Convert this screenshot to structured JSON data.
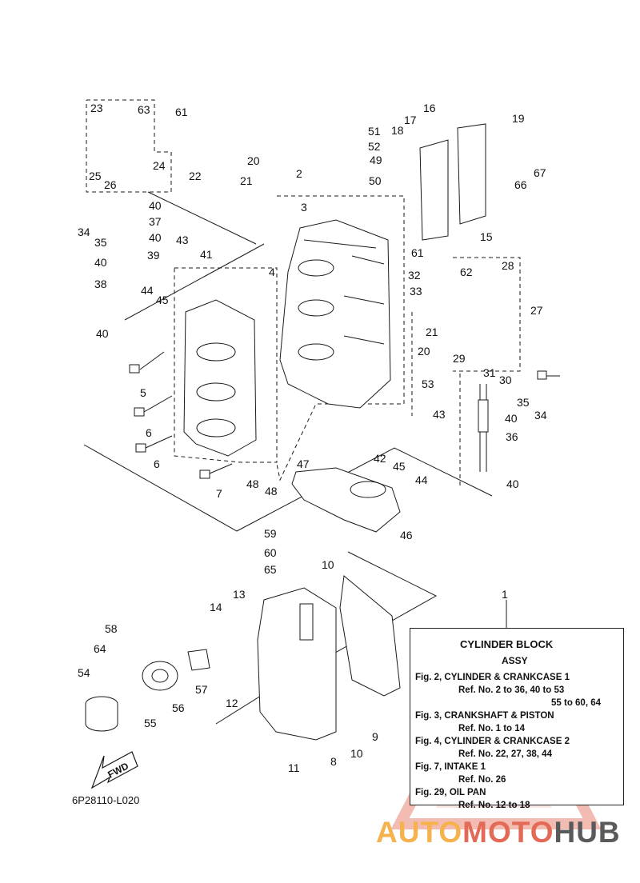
{
  "labels": [
    {
      "id": "1",
      "text": "1"
    },
    {
      "id": "2",
      "text": "2"
    },
    {
      "id": "3",
      "text": "3"
    },
    {
      "id": "4",
      "text": "4"
    },
    {
      "id": "5",
      "text": "5"
    },
    {
      "id": "6a",
      "text": "6"
    },
    {
      "id": "6b",
      "text": "6"
    },
    {
      "id": "7",
      "text": "7"
    },
    {
      "id": "8",
      "text": "8"
    },
    {
      "id": "9",
      "text": "9"
    },
    {
      "id": "10a",
      "text": "10"
    },
    {
      "id": "10b",
      "text": "10"
    },
    {
      "id": "11",
      "text": "11"
    },
    {
      "id": "12",
      "text": "12"
    },
    {
      "id": "13",
      "text": "13"
    },
    {
      "id": "14",
      "text": "14"
    },
    {
      "id": "15",
      "text": "15"
    },
    {
      "id": "16",
      "text": "16"
    },
    {
      "id": "17",
      "text": "17"
    },
    {
      "id": "18",
      "text": "18"
    },
    {
      "id": "19",
      "text": "19"
    },
    {
      "id": "20a",
      "text": "20"
    },
    {
      "id": "20b",
      "text": "20"
    },
    {
      "id": "21a",
      "text": "21"
    },
    {
      "id": "21b",
      "text": "21"
    },
    {
      "id": "22",
      "text": "22"
    },
    {
      "id": "23",
      "text": "23"
    },
    {
      "id": "24",
      "text": "24"
    },
    {
      "id": "25",
      "text": "25"
    },
    {
      "id": "26",
      "text": "26"
    },
    {
      "id": "27",
      "text": "27"
    },
    {
      "id": "28",
      "text": "28"
    },
    {
      "id": "29",
      "text": "29"
    },
    {
      "id": "30",
      "text": "30"
    },
    {
      "id": "31",
      "text": "31"
    },
    {
      "id": "32",
      "text": "32"
    },
    {
      "id": "33",
      "text": "33"
    },
    {
      "id": "34a",
      "text": "34"
    },
    {
      "id": "34b",
      "text": "34"
    },
    {
      "id": "35a",
      "text": "35"
    },
    {
      "id": "35b",
      "text": "35"
    },
    {
      "id": "36",
      "text": "36"
    },
    {
      "id": "37",
      "text": "37"
    },
    {
      "id": "38",
      "text": "38"
    },
    {
      "id": "39",
      "text": "39"
    },
    {
      "id": "40a",
      "text": "40"
    },
    {
      "id": "40b",
      "text": "40"
    },
    {
      "id": "40c",
      "text": "40"
    },
    {
      "id": "40d",
      "text": "40"
    },
    {
      "id": "40e",
      "text": "40"
    },
    {
      "id": "40f",
      "text": "40"
    },
    {
      "id": "41",
      "text": "41"
    },
    {
      "id": "42",
      "text": "42"
    },
    {
      "id": "43a",
      "text": "43"
    },
    {
      "id": "43b",
      "text": "43"
    },
    {
      "id": "44a",
      "text": "44"
    },
    {
      "id": "44b",
      "text": "44"
    },
    {
      "id": "45a",
      "text": "45"
    },
    {
      "id": "45b",
      "text": "45"
    },
    {
      "id": "46",
      "text": "46"
    },
    {
      "id": "47",
      "text": "47"
    },
    {
      "id": "48a",
      "text": "48"
    },
    {
      "id": "48b",
      "text": "48"
    },
    {
      "id": "49",
      "text": "49"
    },
    {
      "id": "50",
      "text": "50"
    },
    {
      "id": "51",
      "text": "51"
    },
    {
      "id": "52",
      "text": "52"
    },
    {
      "id": "53",
      "text": "53"
    },
    {
      "id": "54",
      "text": "54"
    },
    {
      "id": "55",
      "text": "55"
    },
    {
      "id": "56",
      "text": "56"
    },
    {
      "id": "57",
      "text": "57"
    },
    {
      "id": "58",
      "text": "58"
    },
    {
      "id": "59",
      "text": "59"
    },
    {
      "id": "60",
      "text": "60"
    },
    {
      "id": "61a",
      "text": "61"
    },
    {
      "id": "61b",
      "text": "61"
    },
    {
      "id": "62",
      "text": "62"
    },
    {
      "id": "63",
      "text": "63"
    },
    {
      "id": "64",
      "text": "64"
    },
    {
      "id": "65",
      "text": "65"
    },
    {
      "id": "66",
      "text": "66"
    },
    {
      "id": "67",
      "text": "67"
    }
  ],
  "legend": {
    "title1": "CYLINDER BLOCK",
    "title2": "ASSY",
    "lines": [
      "Fig. 2, CYLINDER & CRANKCASE 1",
      "Ref. No. 2 to 36, 40 to 53",
      "55 to 60, 64",
      "Fig. 3, CRANKSHAFT & PISTON",
      "Ref. No. 1 to 14",
      "Fig. 4, CYLINDER & CRANKCASE 2",
      "Ref. No. 22, 27, 38, 44",
      "Fig. 7, INTAKE 1",
      "Ref. No. 26",
      "Fig. 29, OIL PAN",
      "Ref. No. 12 to 18"
    ]
  },
  "figure_code": "6P28110-L020",
  "fwd_label": "FWD",
  "watermark": {
    "part1": "AUTO",
    "part2": "MOTO",
    "part3": "HUB"
  },
  "colors": {
    "line": "#1a1a1a",
    "watermark_orange": "#f5b24d",
    "watermark_red": "#e26a57",
    "watermark_gray": "#5a5a5a"
  }
}
